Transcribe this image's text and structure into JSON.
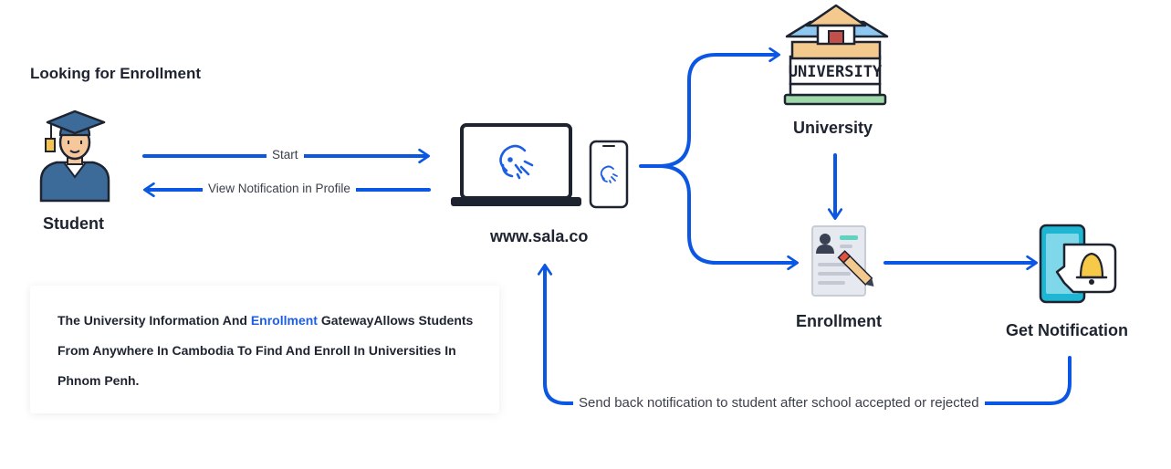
{
  "heading": "Looking for Enrollment",
  "nodes": {
    "student": "Student",
    "platform": "www.sala.co",
    "university": "University",
    "enrollment": "Enrollment",
    "notification": "Get Notification"
  },
  "edges": {
    "start": "Start",
    "view_notification": "View Notification in Profile",
    "send_back": "Send back notification to student after school accepted or rejected"
  },
  "university_sign": "UNIVERSITY",
  "description": {
    "part1": "The University Information And ",
    "highlight": "Enrollment",
    "part2": " GatewayAllows Students From Anywhere In Cambodia To Find And Enroll In Universities In Phnom Penh."
  },
  "colors": {
    "arrow": "#0b57e3",
    "highlight": "#1d5fe0",
    "text": "#1e2330"
  },
  "icons": [
    "graduate-student-icon",
    "laptop-icon",
    "phone-icon",
    "university-building-icon",
    "enrollment-form-icon",
    "notification-bell-phone-icon"
  ]
}
